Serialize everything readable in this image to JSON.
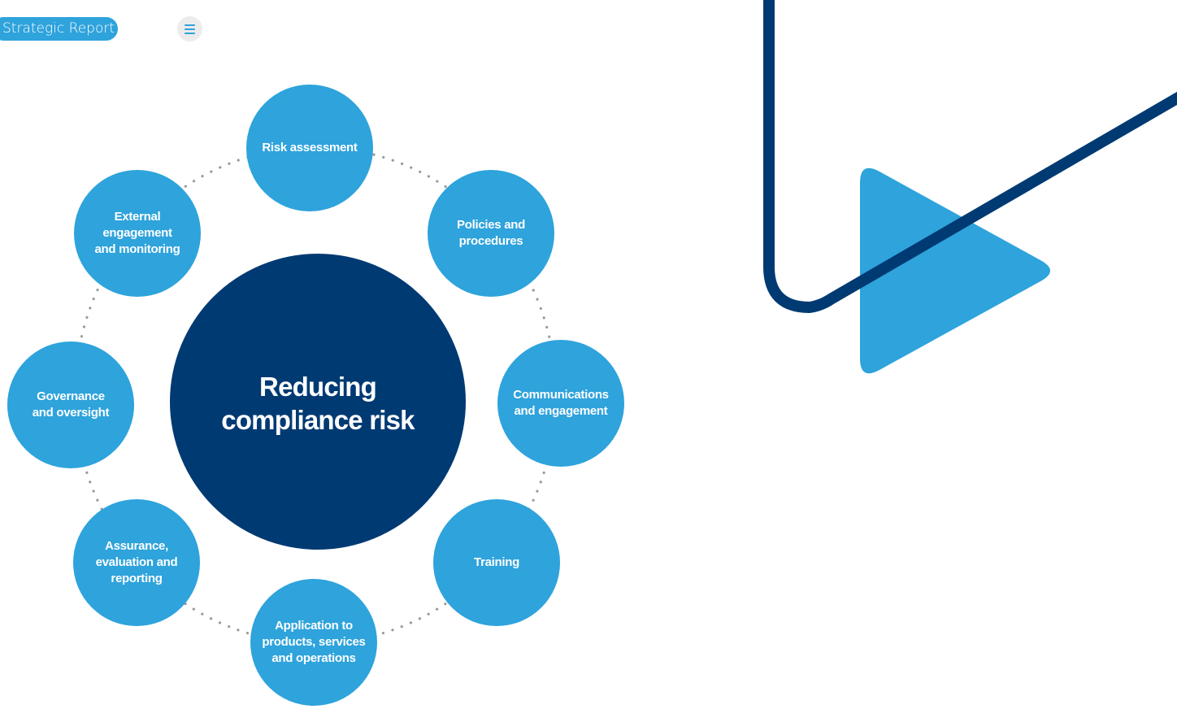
{
  "header": {
    "section_label": "Strategic Report"
  },
  "icons": {
    "menu": "hamburger-menu-icon",
    "decoration": "play-arrow-graphic"
  },
  "colors": {
    "light_blue": "#2ea3dc",
    "dark_blue": "#003a73",
    "dots": "#9a9a9a",
    "menu_bg": "#ececec"
  },
  "diagram": {
    "center": {
      "lines": [
        "Reducing",
        "compliance risk"
      ]
    },
    "nodes": [
      {
        "id": "risk-assessment",
        "lines": [
          "Risk assessment"
        ]
      },
      {
        "id": "policies-and-procedures",
        "lines": [
          "Policies and",
          "procedures"
        ]
      },
      {
        "id": "communications-and-engagement",
        "lines": [
          "Communications",
          "and engagement"
        ]
      },
      {
        "id": "training",
        "lines": [
          "Training"
        ]
      },
      {
        "id": "application-to-products",
        "lines": [
          "Application to",
          "products, services",
          "and operations"
        ]
      },
      {
        "id": "assurance-evaluation-reporting",
        "lines": [
          "Assurance,",
          "evaluation and",
          "reporting"
        ]
      },
      {
        "id": "governance-and-oversight",
        "lines": [
          "Governance",
          "and oversight"
        ]
      },
      {
        "id": "external-engagement-monitoring",
        "lines": [
          "External",
          "engagement",
          "and monitoring"
        ]
      }
    ]
  }
}
